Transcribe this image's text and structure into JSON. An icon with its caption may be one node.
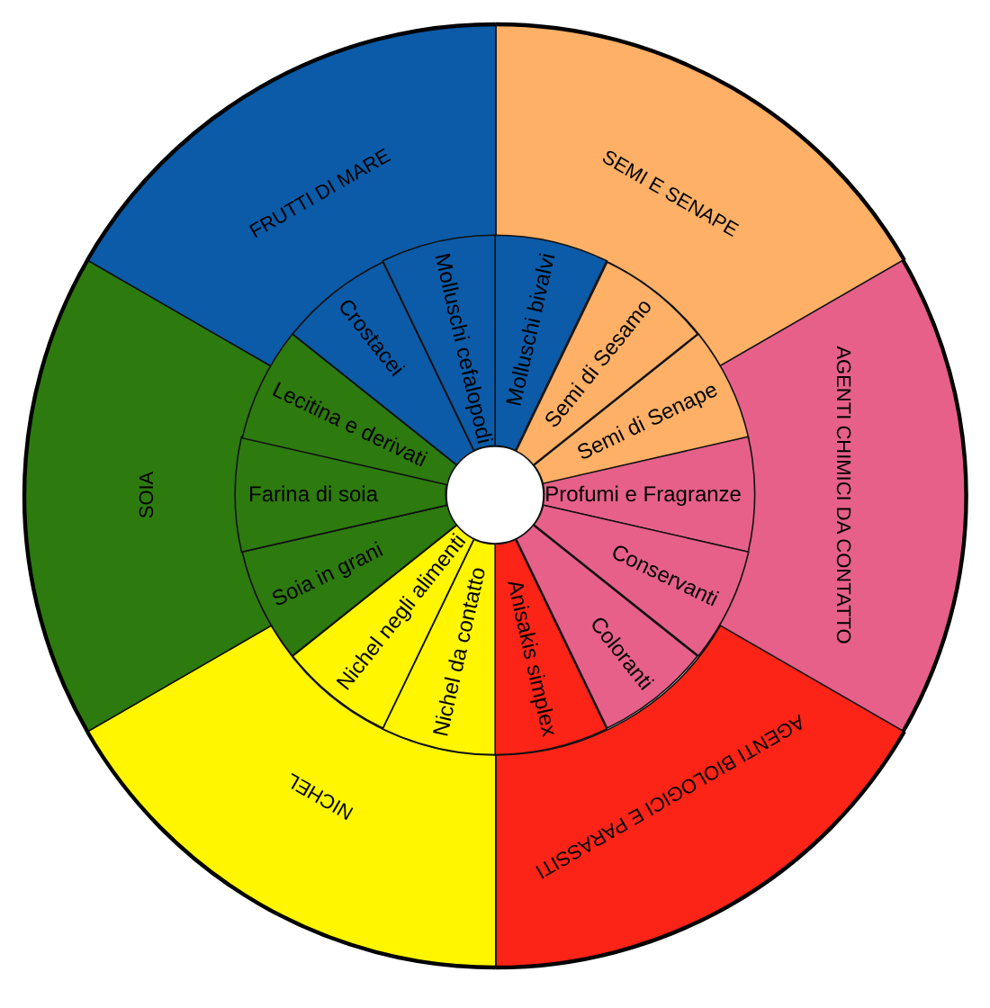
{
  "diagram": {
    "nodes": [
      {
        "text": [
          "SEMI E SENAPE"
        ]
      },
      {
        "text": [
          "AGENTI CHIMICI DA CONTATTO"
        ]
      },
      {
        "text": [
          "AGENTI BIOLOGICI E PARASSITI"
        ]
      },
      {
        "text": [
          "NICHEL"
        ]
      },
      {
        "text": [
          "SOIA"
        ]
      },
      {
        "text": [
          "FRUTTI DI MARE"
        ]
      },
      {
        "text": [
          "Molluschi bivalvi"
        ]
      },
      {
        "text": [
          "Semi di Sesamo"
        ]
      },
      {
        "text": [
          "Semi di Senape"
        ]
      },
      {
        "text": [
          "Profumi e Fragranze"
        ]
      },
      {
        "text": [
          "Conservanti"
        ]
      },
      {
        "text": [
          "Coloranti"
        ]
      },
      {
        "text": [
          "Anisakis simplex"
        ]
      },
      {
        "text": [
          "Nichel da contatto"
        ]
      },
      {
        "text": [
          "Nichel negli alimenti"
        ]
      },
      {
        "text": [
          "Soia in grani"
        ]
      },
      {
        "text": [
          "Farina di soia"
        ]
      },
      {
        "text": [
          "Lecitina e derivati"
        ]
      },
      {
        "text": [
          "Crostacei"
        ]
      },
      {
        "text": [
          "Molluschi cefalopodi"
        ]
      }
    ]
  }
}
